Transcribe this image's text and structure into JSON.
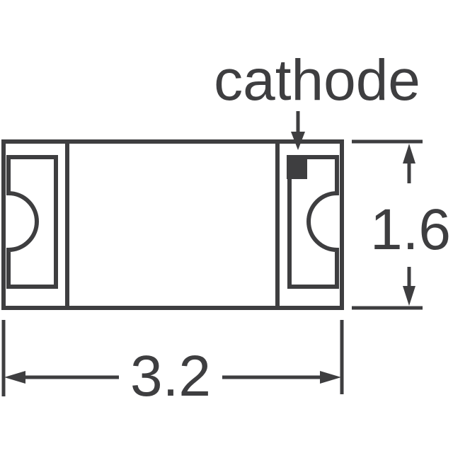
{
  "diagram": {
    "background_color": "#ffffff",
    "ink_color": "#3e3e40",
    "labels": {
      "cathode": "cathode",
      "width_value": "3.2",
      "height_value": "1.6"
    }
  }
}
